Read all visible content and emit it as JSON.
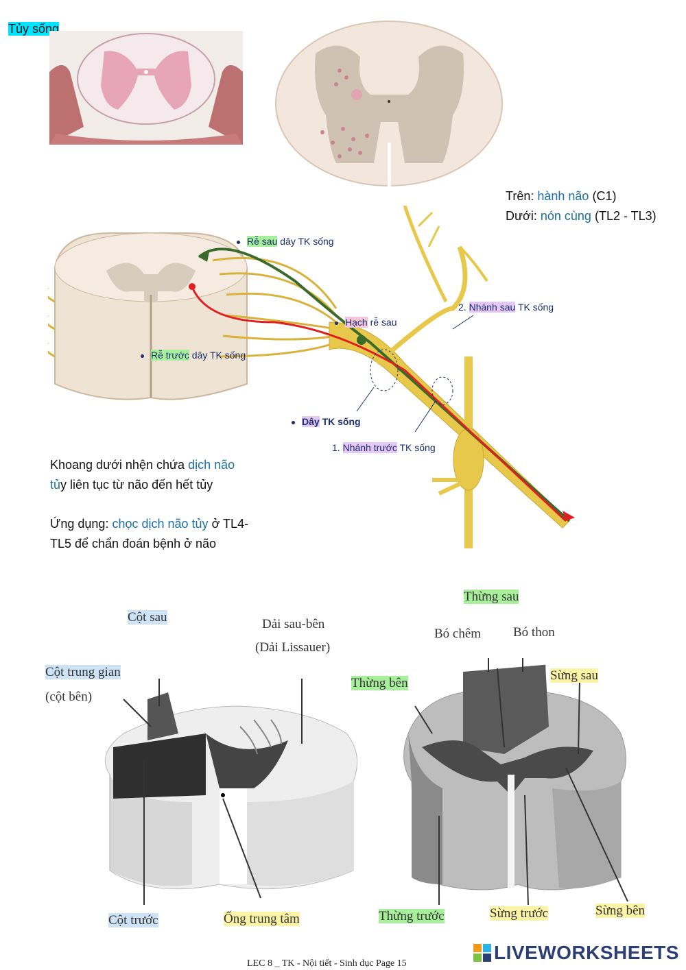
{
  "title": "Tủy sống",
  "limits": {
    "upper_label": "Trên:",
    "upper_value": "hành não",
    "upper_code": "(C1)",
    "lower_label": "Dưới:",
    "lower_value": "nón cùng",
    "lower_code": "(TL2 - TL3)"
  },
  "nerve_diagram": {
    "dorsal_root_hl": "Rễ sau",
    "dorsal_root_rest": "dây TK sống",
    "ventral_root_hl": "Rễ trước",
    "ventral_root_rest": "dây TK sống",
    "ganglion_hl": "Hạch",
    "ganglion_rest": "rễ sau",
    "posterior_branch_num": "2.",
    "posterior_branch_hl": "Nhánh sau",
    "posterior_branch_rest": "TK sống",
    "spinal_nerve_hl": "Dây",
    "spinal_nerve_rest": "TK sống",
    "anterior_branch_num": "1.",
    "anterior_branch_hl": "Nhánh trước",
    "anterior_branch_rest": "TK sống"
  },
  "notes": {
    "csf_a": "Khoang dưới nhện chứa",
    "csf_b": "dịch não",
    "csf_c": "tủ",
    "csf_d": "y liên tục từ não đến hết tủy",
    "app_a": "Ứng dụng:",
    "app_b": "chọc dịch não tủy",
    "app_c": "ở TL4-",
    "app_d": "TL5 để chẩn đoán bệnh ở não"
  },
  "left_section": {
    "posterior_column": "Cột sau",
    "intermediate_column": "Cột trung gian",
    "intermediate_sub": "(cột bên)",
    "lissauer_1": "Dải sau-bên",
    "lissauer_2": "(Dải Lissauer)",
    "anterior_column": "Cột trước",
    "central_canal": "Ống trung tâm"
  },
  "right_section": {
    "posterior_funiculus": "Thừng sau",
    "cuneate": "Bó chêm",
    "gracile": "Bó thon",
    "lateral_funiculus": "Thừng bên",
    "posterior_horn": "Sừng sau",
    "anterior_funiculus": "Thừng trước",
    "anterior_horn": "Sừng trước",
    "lateral_horn": "Sừng bên"
  },
  "footer": "LEC 8 _ TK - Nội tiết - Sinh dục Page 15",
  "brand": "LIVEWORKSHEETS",
  "colors": {
    "highlight_cyan": "#00e5ff",
    "accent_blue": "#1d6fa8",
    "nerve_yellow": "#e8c84a"
  }
}
